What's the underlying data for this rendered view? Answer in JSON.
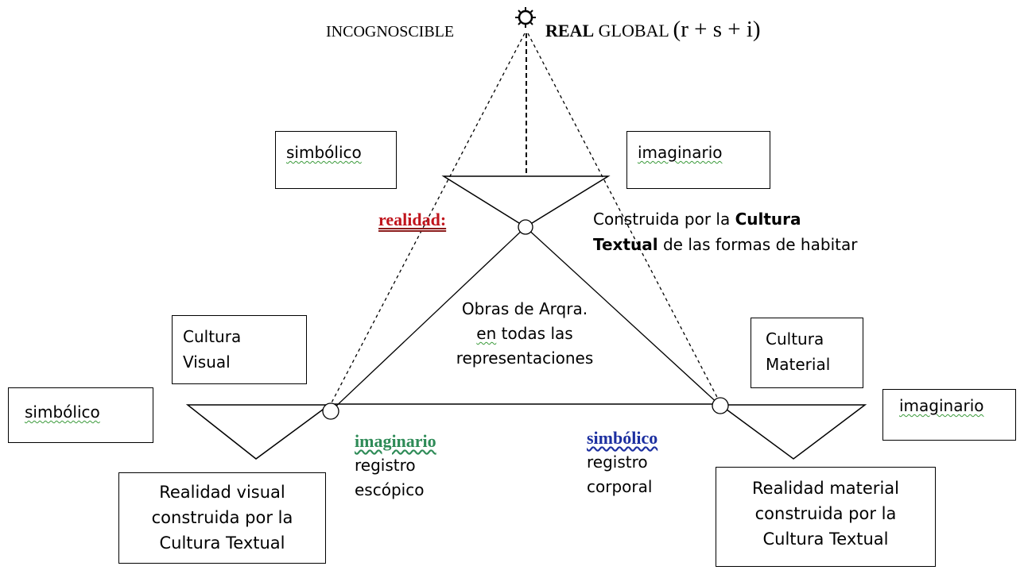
{
  "top": {
    "incognoscible": "INCOGNOSCIBLE",
    "real": "REAL",
    "global": "GLOBAL",
    "formula": "(r + s + i)"
  },
  "upper": {
    "left_box": "simbólico",
    "right_box": "imaginario",
    "realidad": "realidad:",
    "construida_1": "Construida  por la ",
    "construida_bold_1": "Cultura",
    "construida_bold_2": "Textual",
    "construida_2": " de las formas de habitar"
  },
  "center": {
    "line1": "Obras de Arqra.",
    "line2a": "en",
    "line2b": "  todas las",
    "line3": "representaciones"
  },
  "left": {
    "cultura_line1": "Cultura",
    "cultura_line2": "Visual",
    "simbolico": "simbólico",
    "realidad_line1": "Realidad  visual",
    "realidad_line2": "construida por la",
    "realidad_line3": "Cultura Textual"
  },
  "right": {
    "cultura_line1": "Cultura",
    "cultura_line2": "Material",
    "imaginario": "imaginario",
    "realidad_line1": "Realidad  material",
    "realidad_line2": "construida por la",
    "realidad_line3": "Cultura Textual"
  },
  "bottom": {
    "imaginario": "imaginario",
    "registro_1": "registro",
    "escopico": "escópico",
    "simbolico": "simbólico",
    "registro_2": "registro",
    "corporal": "corporal"
  },
  "colors": {
    "realidad": "#c0141c",
    "imaginario": "#2e8b57",
    "simbolico": "#1c2fa0",
    "line": "#000000"
  }
}
